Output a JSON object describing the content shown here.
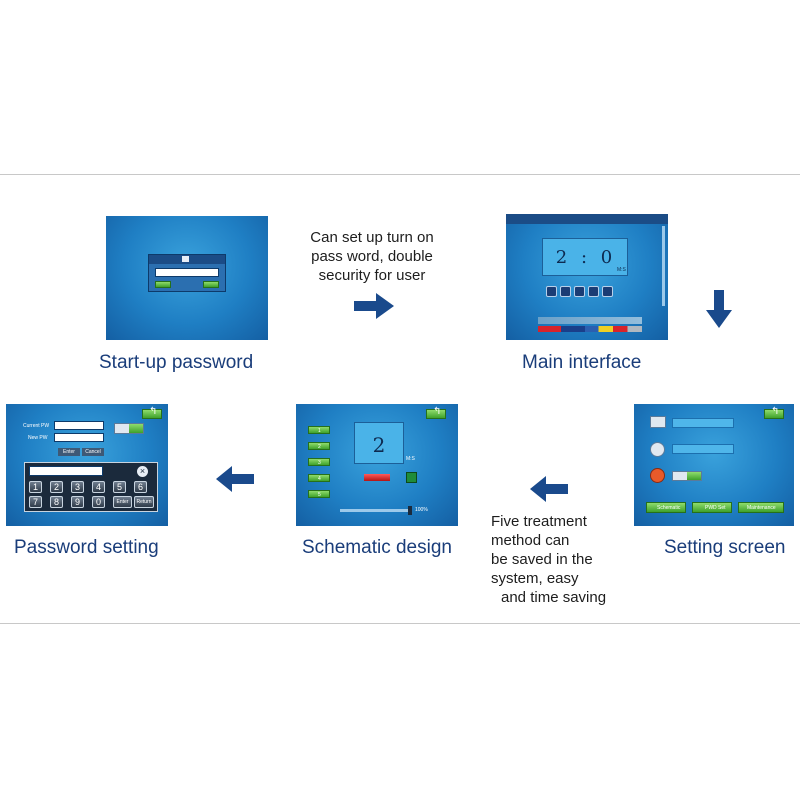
{
  "captions": {
    "startup": "Start-up password",
    "main": "Main interface",
    "password": "Password setting",
    "schematic": "Schematic design",
    "setting": "Setting screen"
  },
  "notes": {
    "top": [
      "Can set up turn on",
      "pass word, double",
      "security for user"
    ],
    "bottom": [
      "Five treatment",
      "method can",
      "be saved in the",
      "system, easy",
      "and time saving"
    ]
  },
  "main_screen": {
    "timer": "2 : 0",
    "timer_unit": "M:S"
  },
  "password_screen": {
    "current_pw_label": "Current PW",
    "new_pw_label": "New PW",
    "enter_label": "Enter",
    "cancel_label": "Cancel",
    "keys_row1": [
      "1",
      "2",
      "3",
      "4",
      "5",
      "6"
    ],
    "keys_row2": [
      "7",
      "8",
      "9",
      "0"
    ],
    "enter_key": "Enter",
    "return_key": "Return"
  },
  "schematic_screen": {
    "value": "2",
    "value_unit": "M:S",
    "side_buttons": [
      "1",
      "2",
      "3",
      "4",
      "5"
    ],
    "slider_value": "100%"
  },
  "setting_screen": {
    "buttons": [
      "Schematic",
      "PWD Set",
      "Maintenance"
    ]
  },
  "colors": {
    "caption": "#1a3d7a",
    "arrow": "#1a4a8c",
    "panel": "#1f7fc4"
  }
}
